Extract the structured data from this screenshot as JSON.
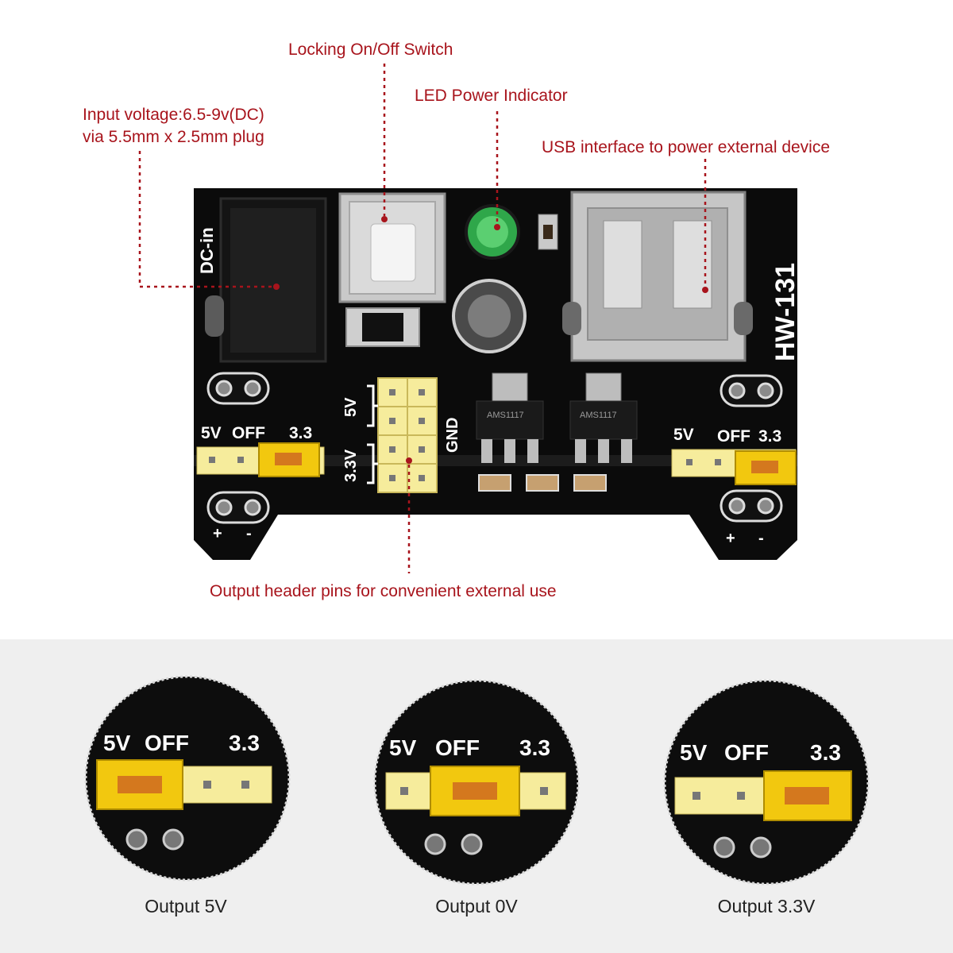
{
  "callouts": {
    "switch": "Locking On/Off Switch",
    "led": "LED Power Indicator",
    "input_line1": "Input voltage:6.5-9v(DC)",
    "input_line2": "via 5.5mm x 2.5mm plug",
    "usb": "USB interface to power external device",
    "header_pins": "Output header pins for convenient external use"
  },
  "board": {
    "model": "HW-131",
    "dc_label": "DC-in",
    "left_rail": {
      "v5": "5V",
      "off": "OFF",
      "v33": "3.3",
      "plus": "+",
      "minus": "-"
    },
    "right_rail": {
      "v5": "5V",
      "off": "OFF",
      "v33": "3.3",
      "plus": "+",
      "minus": "-"
    },
    "header": {
      "v5": "5V",
      "v33": "3.3V",
      "gnd": "GND"
    },
    "regulator1": "AMS1117",
    "regulator2": "AMS1117"
  },
  "zoom": {
    "labels": {
      "v5": "5V",
      "off": "OFF",
      "v33": "3.3"
    },
    "captions": [
      "Output 5V",
      "Output 0V",
      "Output 3.3V"
    ]
  },
  "colors": {
    "callout": "#a8141c",
    "pcb": "#0b0b0b",
    "jumper": "#f2d02a",
    "header_pin": "#f6ec9c",
    "led": "#39c24f"
  }
}
